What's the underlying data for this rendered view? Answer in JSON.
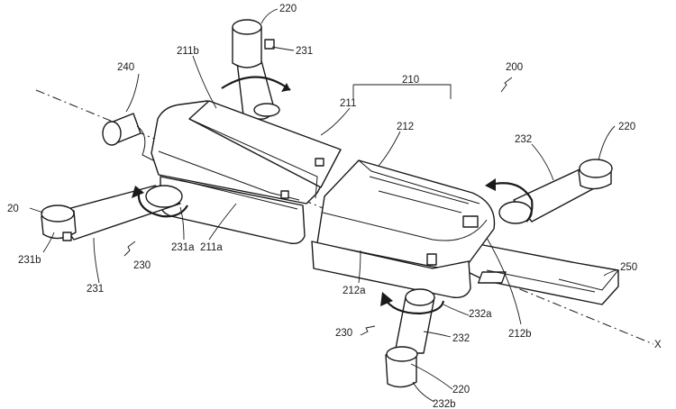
{
  "figure": {
    "labels": {
      "body_200": "200",
      "body_210": "210",
      "upper_211": "211",
      "upper_211a": "211a",
      "upper_211b": "211b",
      "lower_212": "212",
      "lower_212a": "212a",
      "lower_212b": "212b",
      "motor_220_top": "220",
      "motor_220_right": "220",
      "motor_220_bottom": "220",
      "motor_20_left": "20",
      "arm_230_left": "230",
      "arm_230_bottom": "230",
      "arm_231_top": "231",
      "arm_231_left": "231",
      "arm_231a": "231a",
      "arm_231b": "231b",
      "arm_232_right": "232",
      "arm_232_bottom": "232",
      "arm_232a": "232a",
      "arm_232b": "232b",
      "camera_240": "240",
      "stand_250": "250",
      "axis_x": "X"
    }
  }
}
